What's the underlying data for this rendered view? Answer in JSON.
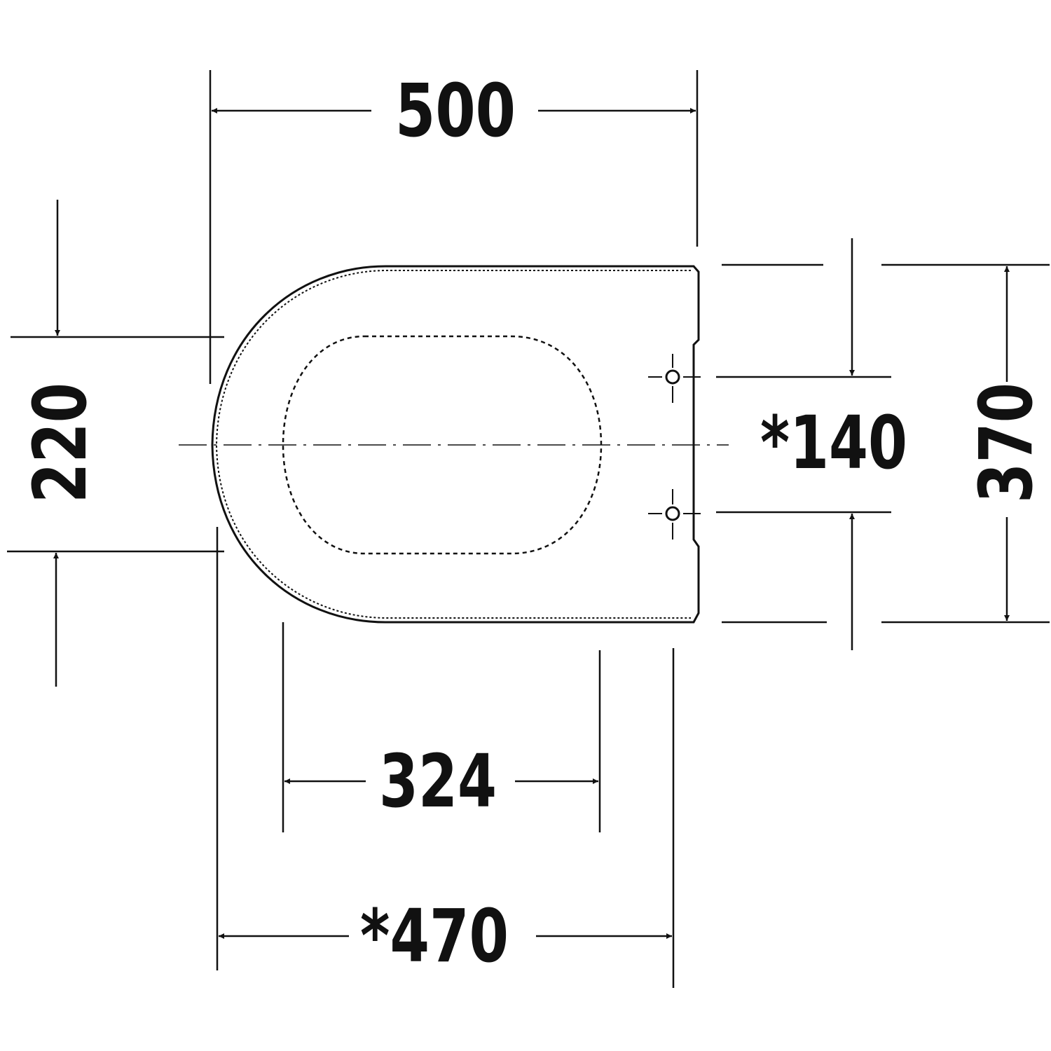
{
  "drawing": {
    "line_color": "#111111",
    "background": "#ffffff",
    "dimensions": {
      "width_total": "500",
      "length_hole_to_hole": "*140",
      "depth_total": "370",
      "opening_length": "324",
      "width_lower": "*470",
      "offset_left": "220"
    }
  }
}
